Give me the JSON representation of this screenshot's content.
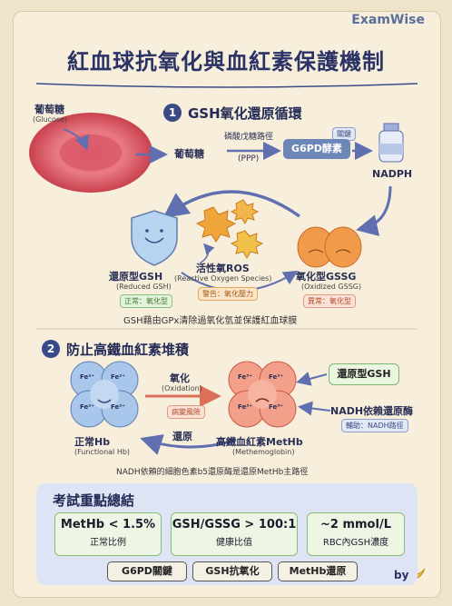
{
  "brand": "ExamWise",
  "title": "紅血球抗氧化與血紅素保護機制",
  "section1": {
    "number": "1",
    "heading": "GSH氧化還原循環",
    "glucose_label": "葡萄糖",
    "glucose_sub": "(Glucose)",
    "glucose2": "葡萄糖",
    "pathway_label": "磷酸戊糖路徑",
    "pathway_sub": "(PPP)",
    "key_badge": "關鍵",
    "enzyme": "G6PD酵素",
    "nadph": "NADPH",
    "ros_label": "活性氧ROS",
    "ros_sub": "(Reactive Oxygen Species)",
    "ros_badge": "警告：氧化壓力",
    "reduced_label": "還原型GSH",
    "reduced_sub": "(Reduced GSH)",
    "reduced_badge": "正常：氧化型",
    "oxidized_label": "氧化型GSSG",
    "oxidized_sub": "(Oxidized GSSG)",
    "oxidized_badge": "異常：氧化型",
    "caption": "GSH藉由GPx清除過氧化氫並保護紅血球膜"
  },
  "section2": {
    "number": "2",
    "heading": "防止高鐵血紅素堆積",
    "oxidation_label": "氧化",
    "oxidation_sub": "(Oxidation)",
    "pathogenic_badge": "病變風險",
    "reduce_label": "還原",
    "functional_label": "正常Hb",
    "functional_sub": "(Functional Hb)",
    "methb_label": "高鐵血紅素MetHb",
    "methb_sub": "(Methemoglobin)",
    "gsh_box": "還原型GSH",
    "nadh_label": "NADH依賴還原酶",
    "nadh_badge": "輔助：NADH路徑",
    "fe2": "Fe²⁺",
    "fe3": "Fe³⁺",
    "caption": "NADH依賴的細胞色素b5還原酶是還原MetHb主路徑"
  },
  "summary": {
    "heading": "考試重點總結",
    "boxes": [
      {
        "value": "MetHb < 1.5%",
        "desc": "正常比例"
      },
      {
        "value": "GSH/GSSG > 100:1",
        "desc": "健康比值"
      },
      {
        "value": "~2 mmol/L",
        "desc": "RBC內GSH濃度"
      }
    ],
    "tags": [
      "G6PD關鍵",
      "GSH抗氧化",
      "MetHb還原"
    ]
  },
  "footer": {
    "by": "by"
  }
}
